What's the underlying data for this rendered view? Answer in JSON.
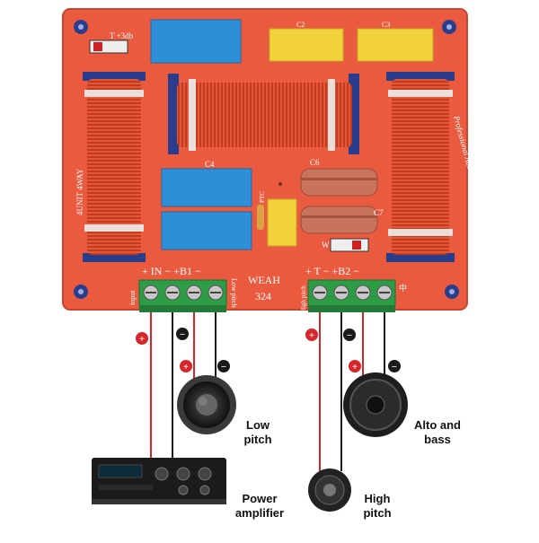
{
  "board": {
    "brand": "WEAH",
    "model": "324",
    "side_text": "4UNIT 4WAY",
    "side_text_right": "Professional Audio",
    "switch_top_label": "T +3db",
    "switch_bottom_label": "W",
    "cap_labels": {
      "c2": "C2",
      "c3": "C3",
      "c4": "C4",
      "c6": "C6",
      "c7": "C7"
    },
    "ptc_label": "PTC",
    "left_terminal_header": "+ IN − +B1 −",
    "right_terminal_header": "+ T − +B2 −",
    "left_side_label": "input",
    "left_terminal_side_label": "Low pitch",
    "right_side_label": "High pitch",
    "right_side_label_cn": "中"
  },
  "labels": {
    "low_pitch_line1": "Low",
    "low_pitch_line2": "pitch",
    "alto_line1": "Alto and",
    "alto_line2": "bass",
    "amp_line1": "Power",
    "amp_line2": "amplifier",
    "high_line1": "High",
    "high_line2": "pitch"
  },
  "symbols": {
    "plus": "+",
    "minus": "−"
  },
  "colors": {
    "board": "#ea5a3f",
    "positive": "#d6262a",
    "negative": "#1a1a1a",
    "terminal": "#2e9b47",
    "blue_cap": "#2e8fd8",
    "yellow_cap": "#f2d23a",
    "coil": "#c63a1c"
  }
}
